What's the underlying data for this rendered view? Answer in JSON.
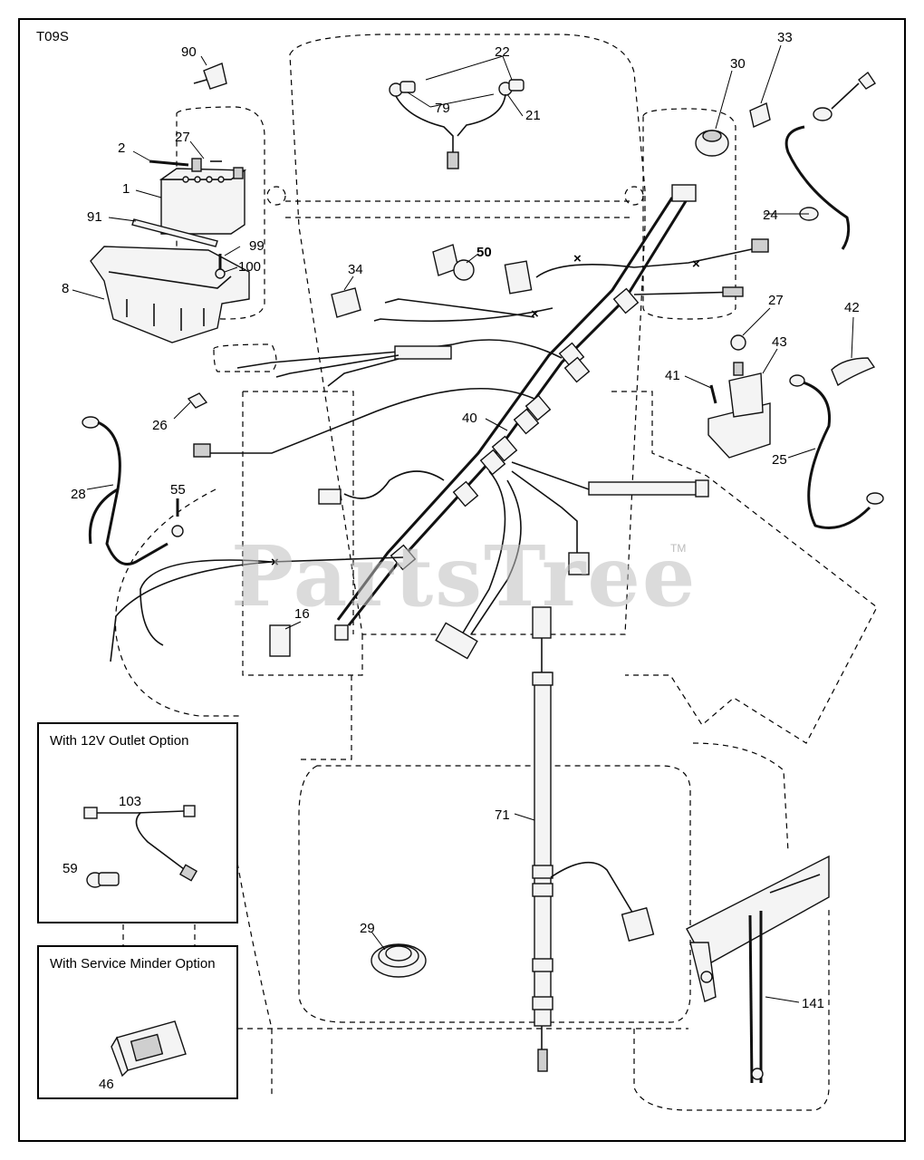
{
  "diagram": {
    "code": "T09S",
    "watermark": "PartsTree",
    "watermark_tm": "TM",
    "options": {
      "outlet_title": "With 12V Outlet Option",
      "service_title": "With Service Minder Option"
    },
    "callouts": {
      "c90": "90",
      "c22": "22",
      "c30": "30",
      "c33": "33",
      "c27a": "27",
      "c2": "2",
      "c1": "1",
      "c79": "79",
      "c21": "21",
      "c91": "91",
      "c99": "99",
      "c100": "100",
      "c8": "8",
      "c24": "24",
      "c34": "34",
      "c50": "50",
      "c27b": "27",
      "c42": "42",
      "c43": "43",
      "c41": "41",
      "c26": "26",
      "c40": "40",
      "c25": "25",
      "c28": "28",
      "c55": "55",
      "c16": "16",
      "c103": "103",
      "c59": "59",
      "c71": "71",
      "c29": "29",
      "c141": "141",
      "c46": "46"
    }
  }
}
